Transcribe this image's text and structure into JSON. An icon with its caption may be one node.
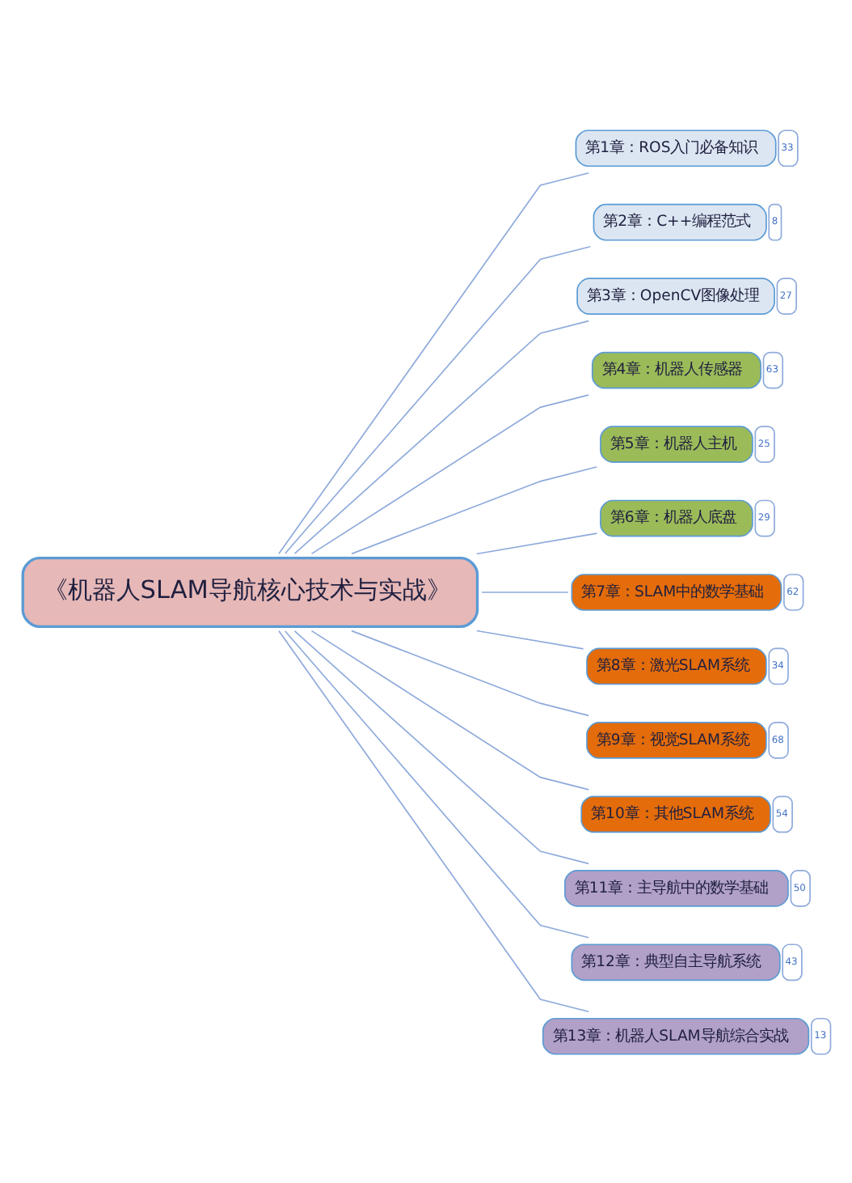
{
  "diagram": {
    "nodes": [
      {
        "text": [
          "《机器人SLAM导航核心技术与实战》"
        ]
      },
      {
        "text": [
          "第1章：ROS入门必备知识"
        ],
        "beside": [
          "33"
        ]
      },
      {
        "text": [
          "第2章：C++编程范式"
        ],
        "beside": [
          "8"
        ]
      },
      {
        "text": [
          "第3章：OpenCV图像处理"
        ],
        "beside": [
          "27"
        ]
      },
      {
        "text": [
          "第4章：机器人传感器"
        ],
        "beside": [
          "63"
        ]
      },
      {
        "text": [
          "第5章：机器人主机"
        ],
        "beside": [
          "25"
        ]
      },
      {
        "text": [
          "第6章：机器人底盘"
        ],
        "beside": [
          "29"
        ]
      },
      {
        "text": [
          "第7章：SLAM中的数学基础"
        ],
        "beside": [
          "62"
        ]
      },
      {
        "text": [
          "第8章：激光SLAM系统"
        ],
        "beside": [
          "34"
        ]
      },
      {
        "text": [
          "第9章：视觉SLAM系统"
        ],
        "beside": [
          "68"
        ]
      },
      {
        "text": [
          "第10章：其他SLAM系统"
        ],
        "beside": [
          "54"
        ]
      },
      {
        "text": [
          "第11章：主导航中的数学基础"
        ],
        "beside": [
          "50"
        ]
      },
      {
        "text": [
          "第12章：典型自主导航系统"
        ],
        "beside": [
          "43"
        ]
      },
      {
        "text": [
          "第13章：机器人SLAM导航综合实战"
        ],
        "beside": [
          "13"
        ]
      }
    ],
    "edges": [
      {
        "from": 0,
        "to": 1,
        "arrow": "none"
      },
      {
        "from": 0,
        "to": 2,
        "arrow": "none"
      },
      {
        "from": 0,
        "to": 3,
        "arrow": "none"
      },
      {
        "from": 0,
        "to": 4,
        "arrow": "none"
      },
      {
        "from": 0,
        "to": 5,
        "arrow": "none"
      },
      {
        "from": 0,
        "to": 6,
        "arrow": "none"
      },
      {
        "from": 0,
        "to": 7,
        "arrow": "none"
      },
      {
        "from": 0,
        "to": 8,
        "arrow": "none"
      },
      {
        "from": 0,
        "to": 9,
        "arrow": "none"
      },
      {
        "from": 0,
        "to": 10,
        "arrow": "none"
      },
      {
        "from": 0,
        "to": 11,
        "arrow": "none"
      },
      {
        "from": 0,
        "to": 12,
        "arrow": "none"
      },
      {
        "from": 0,
        "to": 13,
        "arrow": "none"
      }
    ]
  }
}
